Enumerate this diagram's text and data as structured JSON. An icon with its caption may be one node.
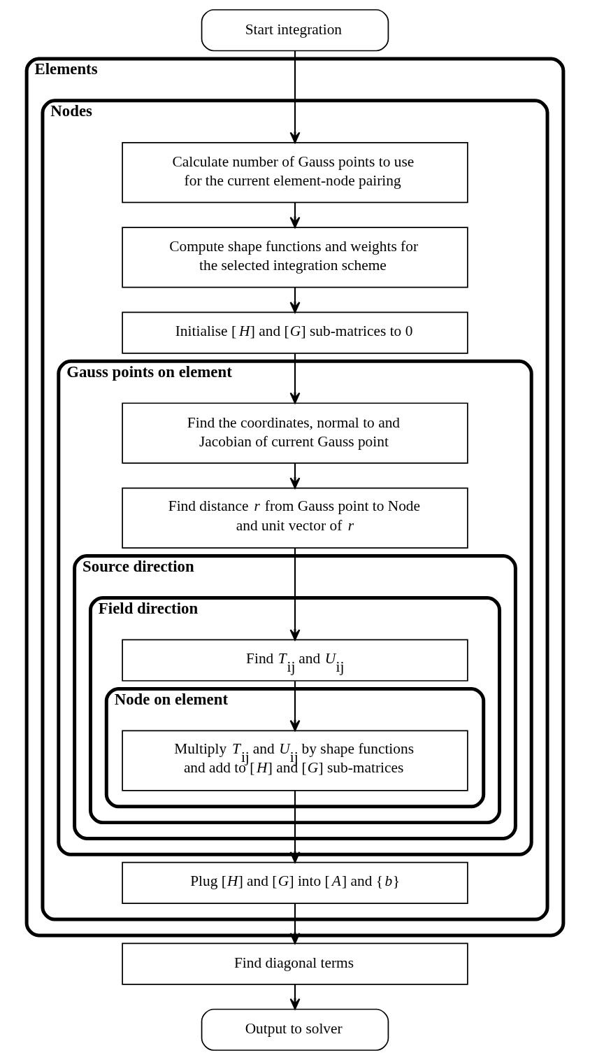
{
  "diagram": {
    "nodes": [
      {
        "text": [
          "Start integration"
        ]
      },
      {
        "text": [
          "Elements"
        ]
      },
      {
        "text": [
          "Nodes"
        ],
        "in": 1
      },
      {
        "text": [
          "Calculate number of Gauss points to use for the current element-node pairing"
        ],
        "in": 2
      },
      {
        "text": [
          "Compute shape functions and weights for the selected integration scheme"
        ],
        "in": 2
      },
      {
        "text": [
          "Initialise [*H*] and [*G*] sub-matrices to 0"
        ],
        "in": 2
      },
      {
        "text": [
          "Gauss points on element"
        ],
        "in": 2
      },
      {
        "text": [
          "Find the coordinates, normal to and Jacobian of current Gauss point"
        ],
        "in": 6
      },
      {
        "text": [
          "Find distance *r* from Gauss point to Node and unit vector of *r*"
        ],
        "in": 6
      },
      {
        "text": [
          "Source direction"
        ],
        "in": 6
      },
      {
        "text": [
          "Field direction"
        ],
        "in": 9
      },
      {
        "text": [
          "Find *T*$_{ij}$ and *U*$_{ij}$"
        ],
        "in": 10
      },
      {
        "text": [
          "Node on element"
        ],
        "in": 10
      },
      {
        "text": [
          "Multiply *T*$_{ij}$ and *U*$_{ij}$ by shape functions and add to [*H*] and [*G*] sub-matrices"
        ],
        "in": 12
      },
      {
        "text": [
          "Plug [*H*] and [*G*] into [*A*] and {*b*}"
        ],
        "in": 2
      },
      {
        "text": [
          "Find diagonal terms"
        ]
      },
      {
        "text": [
          "Output to solver"
        ]
      }
    ],
    "edges": [
      {
        "from": 0,
        "to": 3,
        "arrow": "to"
      },
      {
        "from": 3,
        "to": 4,
        "arrow": "to"
      },
      {
        "from": 4,
        "to": 5,
        "arrow": "to"
      },
      {
        "from": 5,
        "to": 7,
        "arrow": "to"
      },
      {
        "from": 7,
        "to": 8,
        "arrow": "to"
      },
      {
        "from": 8,
        "to": 11,
        "arrow": "to"
      },
      {
        "from": 11,
        "to": 13,
        "arrow": "to"
      },
      {
        "from": 13,
        "to": 14,
        "arrow": "to"
      },
      {
        "from": 14,
        "to": 15,
        "arrow": "to"
      },
      {
        "from": 15,
        "to": 16,
        "arrow": "to"
      }
    ]
  }
}
